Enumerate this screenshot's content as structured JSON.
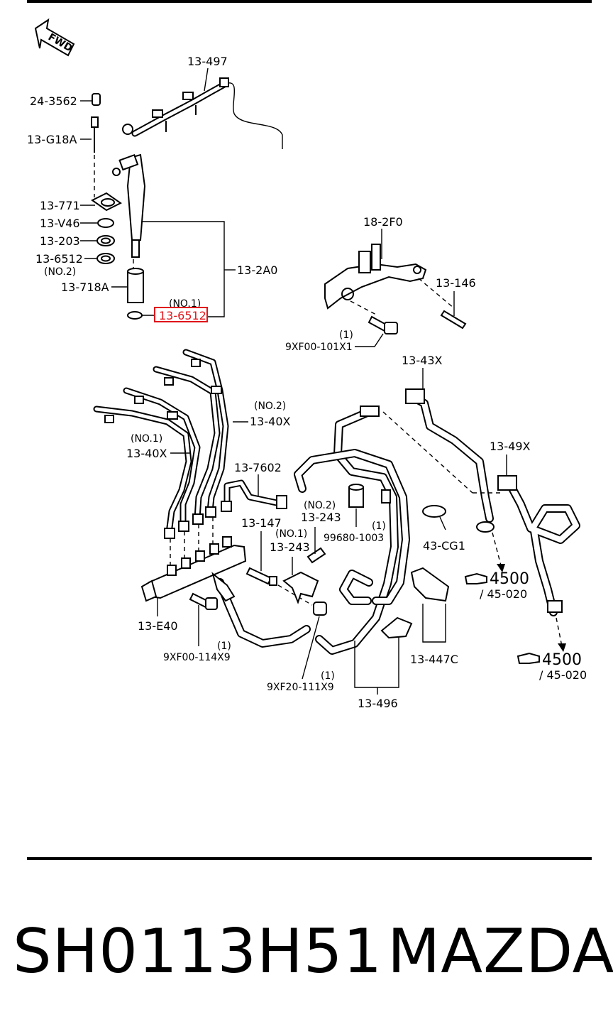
{
  "diagram": {
    "direction_marker": "FWD",
    "callouts": {
      "c_13_497": "13-497",
      "c_24_3562": "24-3562",
      "c_13_G18A": "13-G18A",
      "c_13_771": "13-771",
      "c_13_V46": "13-V46",
      "c_13_203": "13-203",
      "c_13_6512_top": "13-6512",
      "c_no2_a": "(NO.2)",
      "c_13_718A": "13-718A",
      "c_no1_a": "(NO.1)",
      "c_13_6512_hl": "13-6512",
      "c_13_2A0": "13-2A0",
      "c_18_2F0": "18-2F0",
      "c_13_146": "13-146",
      "c_1_a": "(1)",
      "c_9XF00_101X1": "9XF00-101X1",
      "c_13_43X": "13-43X",
      "c_no2_b": "(NO.2)",
      "c_13_40X_no2": "13-40X",
      "c_no1_b": "(NO.1)",
      "c_13_40X_no1": "13-40X",
      "c_13_49X": "13-49X",
      "c_13_7602": "13-7602",
      "c_no2_c": "(NO.2)",
      "c_13_243_no2": "13-243",
      "c_1_b": "(1)",
      "c_99680_1003": "99680-1003",
      "c_13_147": "13-147",
      "c_no1_c": "(NO.1)",
      "c_13_243_no1": "13-243",
      "c_43_CG1": "43-CG1",
      "c_4500_a": "4500",
      "c_45020_a": "/ 45-020",
      "c_13_E40": "13-E40",
      "c_1_c": "(1)",
      "c_9XF00_114X9": "9XF00-114X9",
      "c_1_d": "(1)",
      "c_9XF20_111X9": "9XF20-111X9",
      "c_13_496": "13-496",
      "c_13_447C": "13-447C",
      "c_4500_b": "4500",
      "c_45020_b": "/ 45-020"
    },
    "highlight_color": "#e0151a"
  },
  "footer": {
    "part_number": "SH0113H51",
    "brand": "MAZDA"
  }
}
